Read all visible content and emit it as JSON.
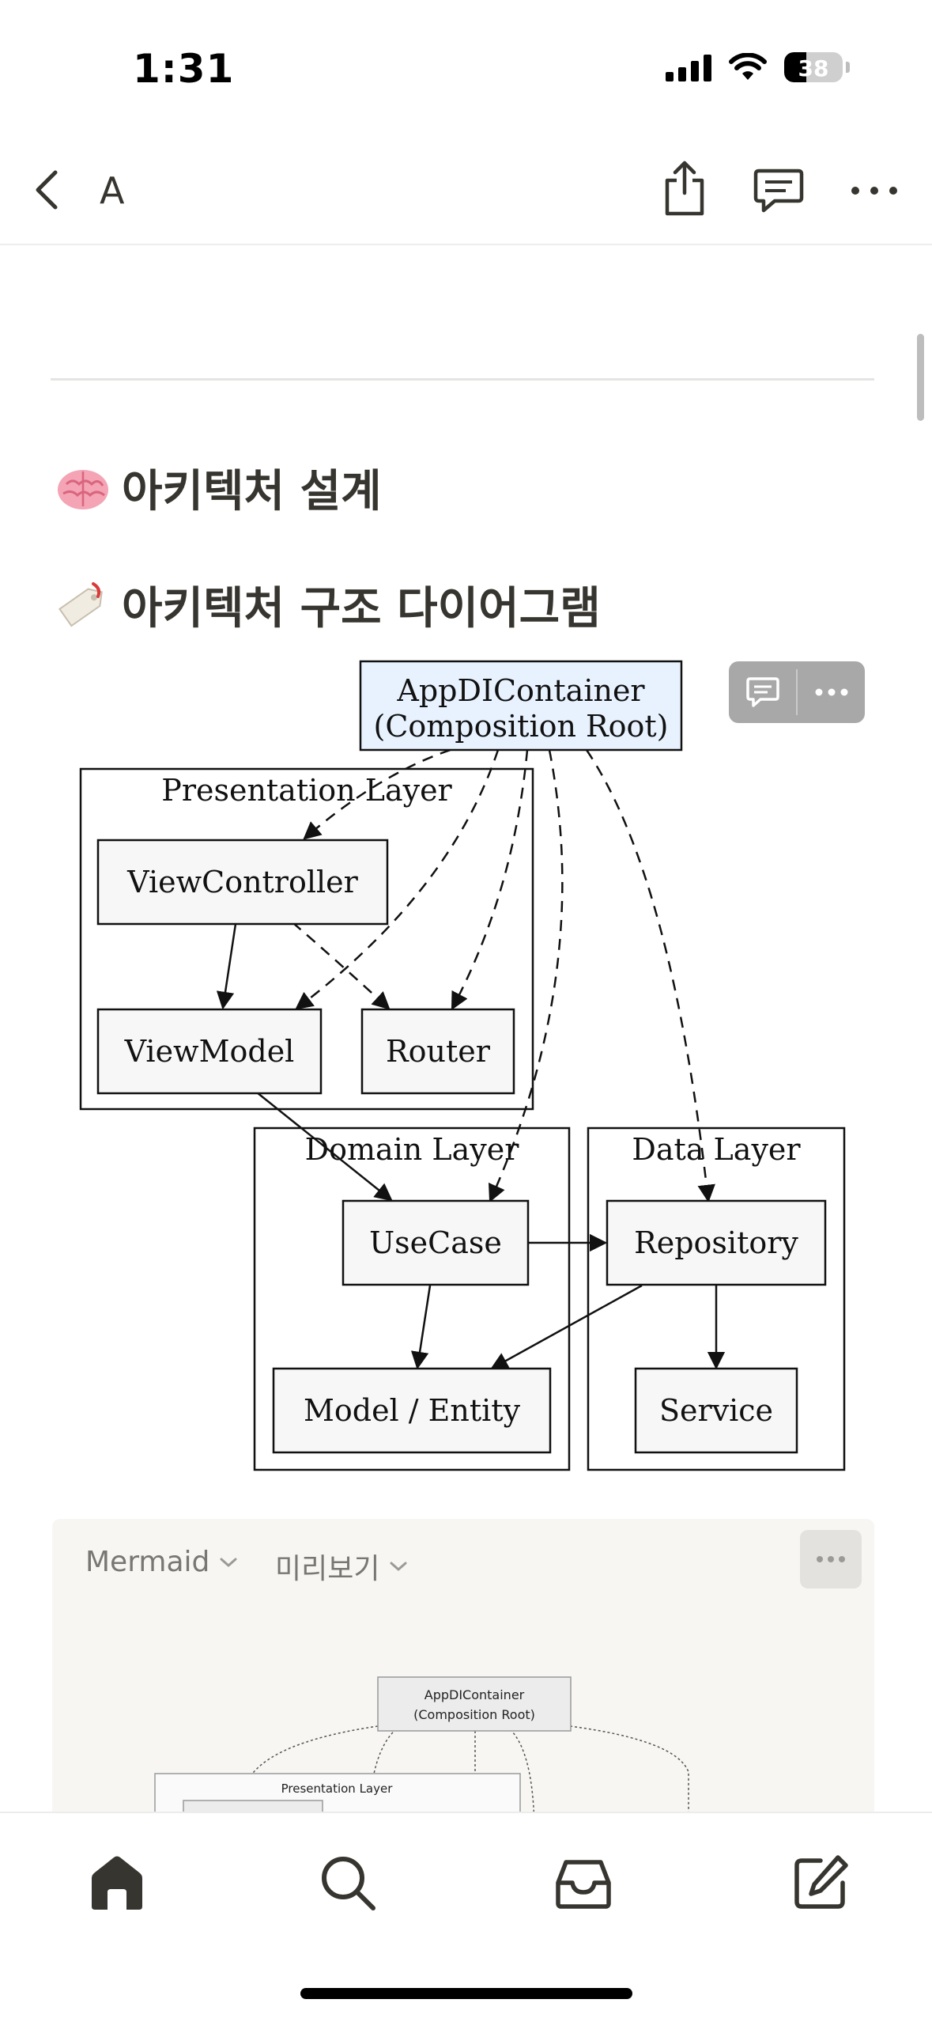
{
  "status_bar": {
    "time": "1:31",
    "battery": "38",
    "battery_level": 0.38
  },
  "nav": {
    "title": "A"
  },
  "content": {
    "heading_1": "아키텍처 설계",
    "heading_1_emoji": "brain-emoji",
    "heading_2": "아키텍처 구조 다이어그램",
    "heading_2_emoji": "label-tag-emoji"
  },
  "diagram": {
    "root_line1": "AppDIContainer",
    "root_line2": "(Composition Root)",
    "presentation_layer": "Presentation Layer",
    "view_controller": "ViewController",
    "view_model": "ViewModel",
    "router": "Router",
    "domain_layer": "Domain Layer",
    "use_case": "UseCase",
    "model_entity": "Model / Entity",
    "data_layer": "Data Layer",
    "repository": "Repository",
    "service": "Service"
  },
  "code_block": {
    "language": "Mermaid",
    "view_mode": "미리보기",
    "mini_root_line1": "AppDIContainer",
    "mini_root_line2": "(Composition Root)",
    "mini_presentation_layer": "Presentation Layer"
  },
  "colors": {
    "root_fill": "#e8f2fe",
    "node_fill": "#f7f7f7",
    "text": "#37352f",
    "muted": "#787774",
    "code_bg": "#f7f6f3"
  }
}
